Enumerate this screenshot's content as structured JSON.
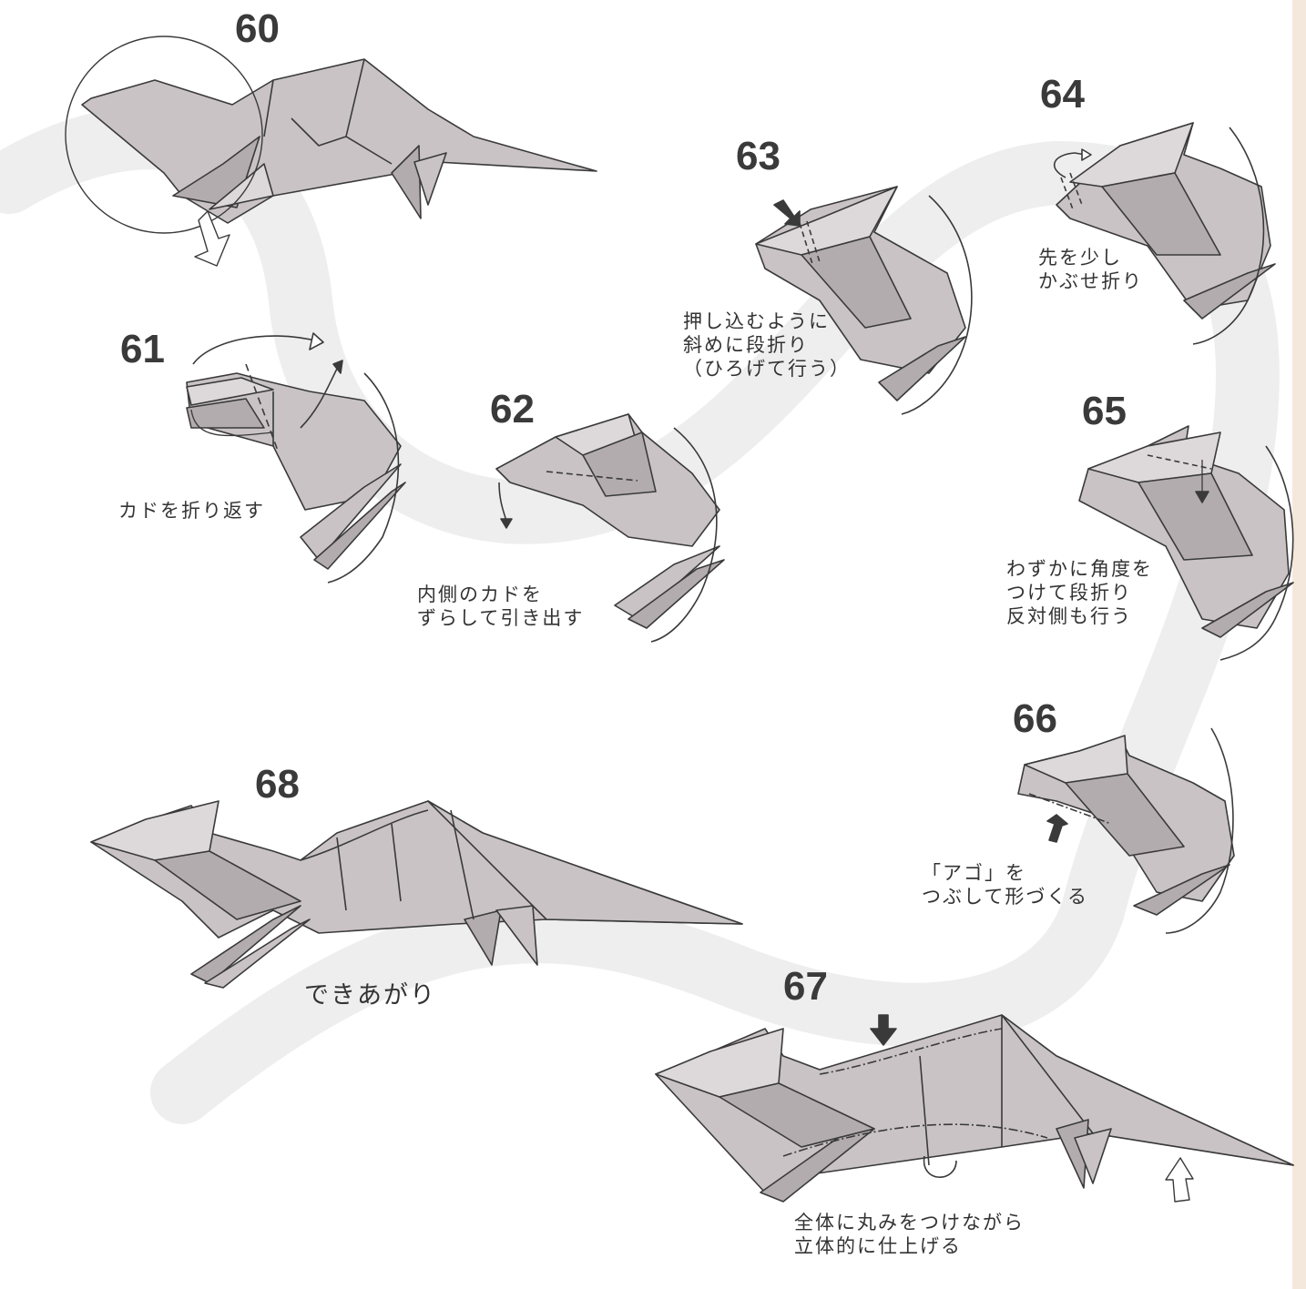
{
  "colors": {
    "paper_fill": "#c9c3c5",
    "paper_fill_dark": "#b3acaf",
    "paper_fill_light": "#ddd8da",
    "stroke": "#3a3a3a",
    "guide_ribbon": "#e9e9e9",
    "page_edge": "#f4e8dc"
  },
  "steps": [
    {
      "number": "60"
    },
    {
      "number": "61",
      "caption": "カドを折り返す"
    },
    {
      "number": "62",
      "caption": "内側のカドを\nずらして引き出す"
    },
    {
      "number": "63",
      "caption": "押し込むように\n斜めに段折り\n（ひろげて行う）"
    },
    {
      "number": "64",
      "caption": "先を少し\nかぶせ折り"
    },
    {
      "number": "65",
      "caption": "わずかに角度を\nつけて段折り\n反対側も行う"
    },
    {
      "number": "66",
      "caption": "「アゴ」を\nつぶして形づくる"
    },
    {
      "number": "67",
      "caption": "全体に丸みをつけながら\n立体的に仕上げる"
    },
    {
      "number": "68",
      "caption": "できあがり"
    }
  ]
}
